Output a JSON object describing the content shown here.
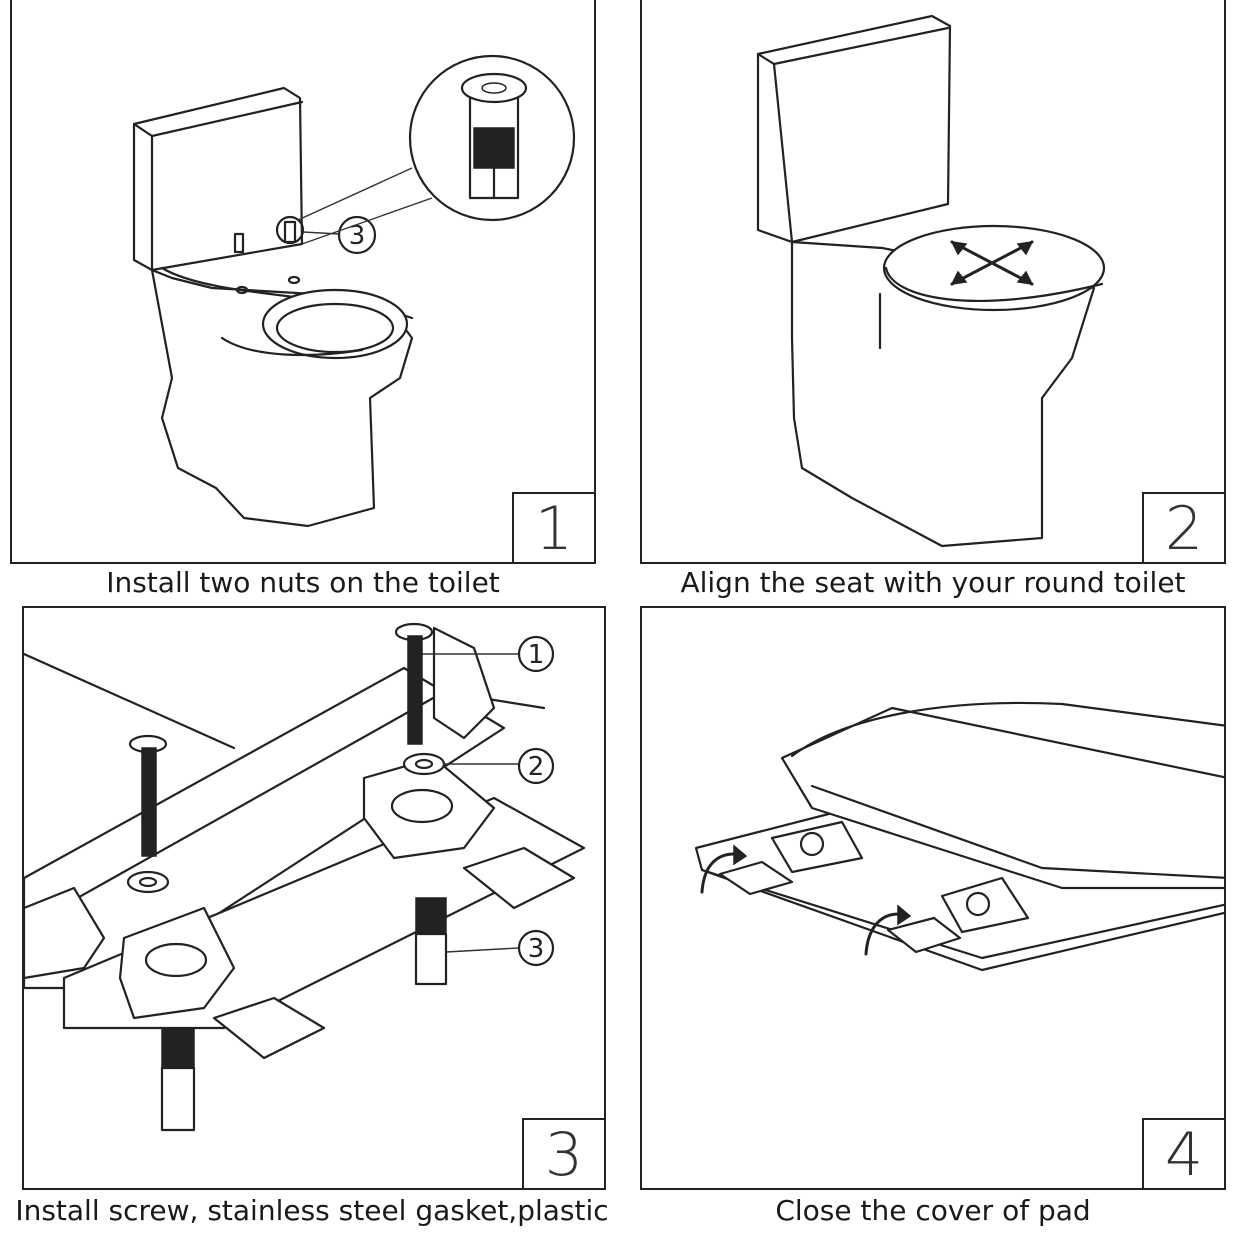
{
  "panels": [
    {
      "step": "1",
      "caption": "Install two nuts on the toilet",
      "callouts": [
        "3"
      ]
    },
    {
      "step": "2",
      "caption": "Align the seat with your round toilet",
      "callouts": []
    },
    {
      "step": "3",
      "caption": "Install screw, stainless steel gasket,plastic",
      "callouts": [
        "1",
        "2",
        "3"
      ]
    },
    {
      "step": "4",
      "caption": "Close the cover of pad",
      "callouts": []
    }
  ]
}
